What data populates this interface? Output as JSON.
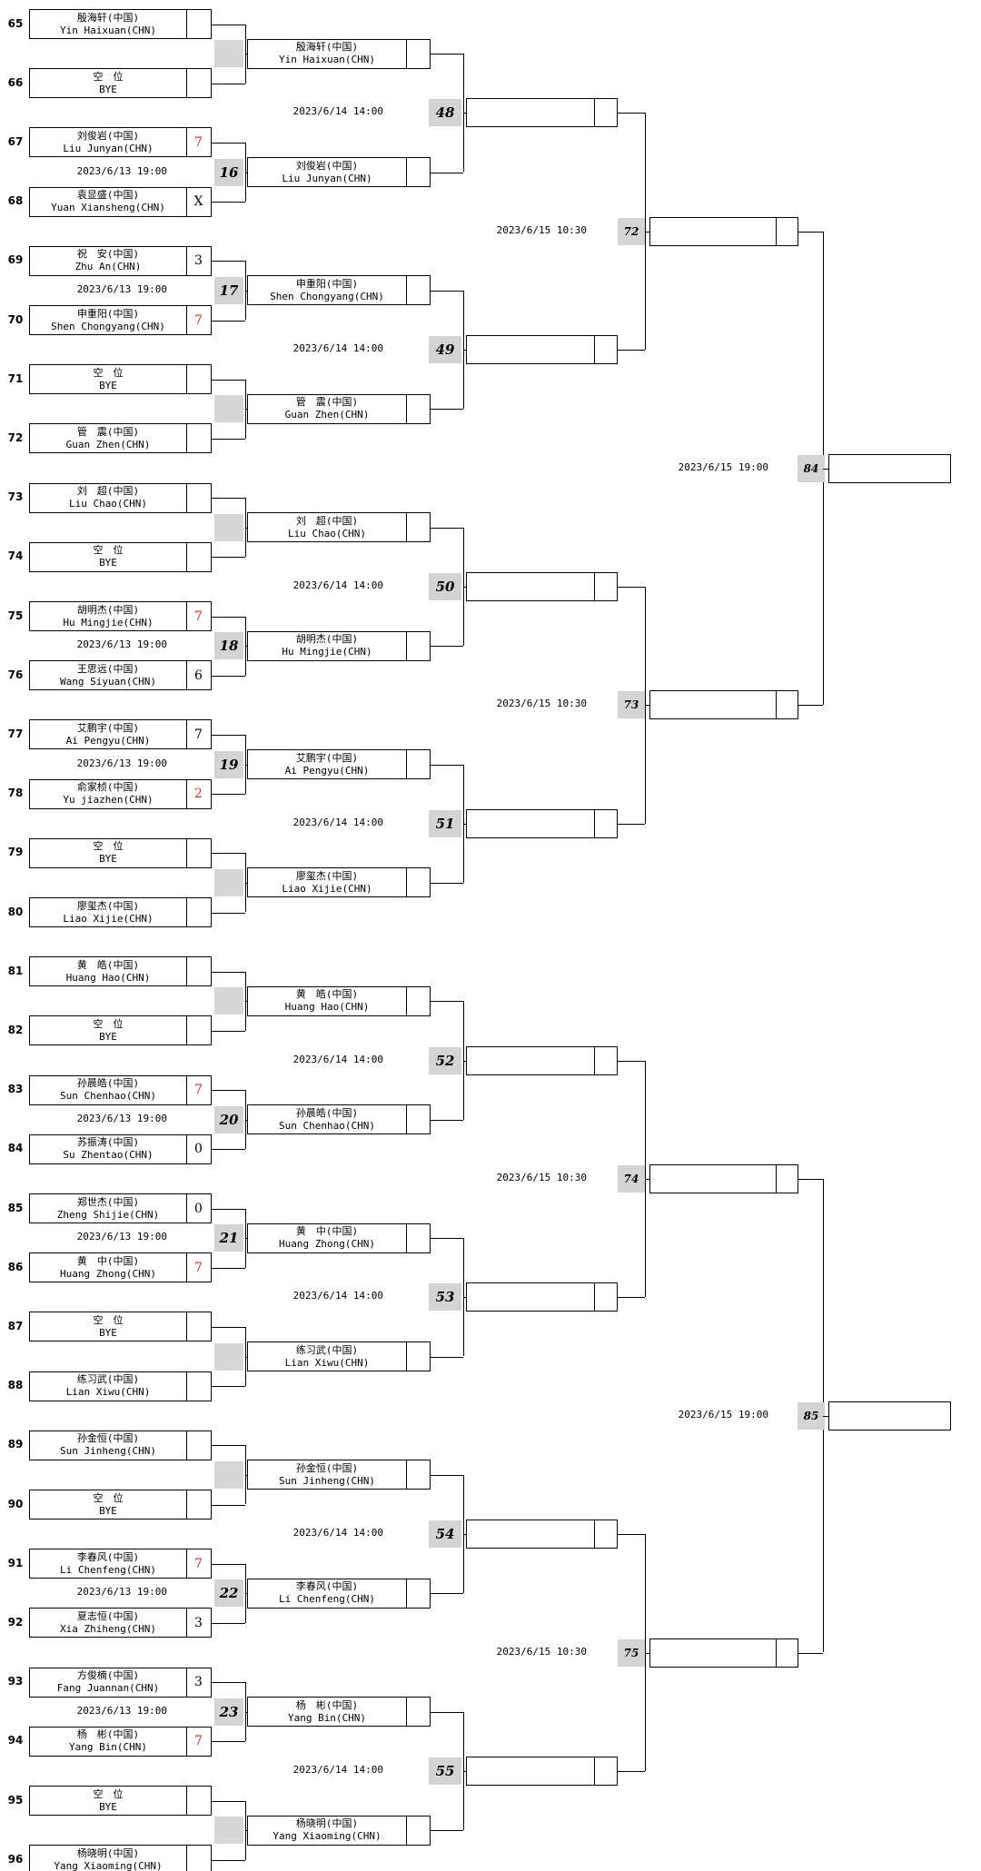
{
  "seeds": [
    "65",
    "66",
    "67",
    "68",
    "69",
    "70",
    "71",
    "72",
    "73",
    "74",
    "75",
    "76",
    "77",
    "78",
    "79",
    "80",
    "81",
    "82",
    "83",
    "84",
    "85",
    "86",
    "87",
    "88",
    "89",
    "90",
    "91",
    "92",
    "93",
    "94",
    "95",
    "96"
  ],
  "round1": [
    {
      "cn": "殷海轩(中国)",
      "en": "Yin Haixuan(CHN)",
      "score": "",
      "win": false
    },
    {
      "cn": "空　位",
      "en": "BYE",
      "score": "",
      "win": false
    },
    {
      "cn": "刘俊岩(中国)",
      "en": "Liu Junyan(CHN)",
      "score": "7",
      "win": true
    },
    {
      "cn": "袁显盛(中国)",
      "en": "Yuan Xiansheng(CHN)",
      "score": "X",
      "win": false
    },
    {
      "cn": "祝　安(中国)",
      "en": "Zhu An(CHN)",
      "score": "3",
      "win": false
    },
    {
      "cn": "申重阳(中国)",
      "en": "Shen Chongyang(CHN)",
      "score": "7",
      "win": true
    },
    {
      "cn": "空　位",
      "en": "BYE",
      "score": "",
      "win": false
    },
    {
      "cn": "管　震(中国)",
      "en": "Guan Zhen(CHN)",
      "score": "",
      "win": false
    },
    {
      "cn": "刘　超(中国)",
      "en": "Liu Chao(CHN)",
      "score": "",
      "win": false
    },
    {
      "cn": "空　位",
      "en": "BYE",
      "score": "",
      "win": false
    },
    {
      "cn": "胡明杰(中国)",
      "en": "Hu Mingjie(CHN)",
      "score": "7",
      "win": true
    },
    {
      "cn": "王思远(中国)",
      "en": "Wang Siyuan(CHN)",
      "score": "6",
      "win": false
    },
    {
      "cn": "艾鹏宇(中国)",
      "en": "Ai Pengyu(CHN)",
      "score": "7",
      "win": false
    },
    {
      "cn": "俞家桢(中国)",
      "en": "Yu jiazhen(CHN)",
      "score": "2",
      "win": true
    },
    {
      "cn": "空　位",
      "en": "BYE",
      "score": "",
      "win": false
    },
    {
      "cn": "廖玺杰(中国)",
      "en": "Liao Xijie(CHN)",
      "score": "",
      "win": false
    },
    {
      "cn": "黄　皓(中国)",
      "en": "Huang Hao(CHN)",
      "score": "",
      "win": false
    },
    {
      "cn": "空　位",
      "en": "BYE",
      "score": "",
      "win": false
    },
    {
      "cn": "孙晨皓(中国)",
      "en": "Sun Chenhao(CHN)",
      "score": "7",
      "win": true
    },
    {
      "cn": "苏振涛(中国)",
      "en": "Su Zhentao(CHN)",
      "score": "0",
      "win": false
    },
    {
      "cn": "郑世杰(中国)",
      "en": "Zheng Shijie(CHN)",
      "score": "0",
      "win": false
    },
    {
      "cn": "黄　中(中国)",
      "en": "Huang Zhong(CHN)",
      "score": "7",
      "win": true
    },
    {
      "cn": "空　位",
      "en": "BYE",
      "score": "",
      "win": false
    },
    {
      "cn": "练习武(中国)",
      "en": "Lian Xiwu(CHN)",
      "score": "",
      "win": false
    },
    {
      "cn": "孙金恒(中国)",
      "en": "Sun Jinheng(CHN)",
      "score": "",
      "win": false
    },
    {
      "cn": "空　位",
      "en": "BYE",
      "score": "",
      "win": false
    },
    {
      "cn": "李春风(中国)",
      "en": "Li Chenfeng(CHN)",
      "score": "7",
      "win": true
    },
    {
      "cn": "夏志恒(中国)",
      "en": "Xia Zhiheng(CHN)",
      "score": "3",
      "win": false
    },
    {
      "cn": "方俊楠(中国)",
      "en": "Fang Juannan(CHN)",
      "score": "3",
      "win": false
    },
    {
      "cn": "杨　彬(中国)",
      "en": "Yang Bin(CHN)",
      "score": "7",
      "win": true
    },
    {
      "cn": "空　位",
      "en": "BYE",
      "score": "",
      "win": false
    },
    {
      "cn": "杨晓明(中国)",
      "en": "Yang Xiaoming(CHN)",
      "score": "",
      "win": false
    }
  ],
  "round1_matches": [
    {
      "num": "",
      "time": ""
    },
    {
      "num": "16",
      "time": "2023/6/13 19:00"
    },
    {
      "num": "17",
      "time": "2023/6/13 19:00"
    },
    {
      "num": "",
      "time": ""
    },
    {
      "num": "",
      "time": ""
    },
    {
      "num": "18",
      "time": "2023/6/13 19:00"
    },
    {
      "num": "19",
      "time": "2023/6/13 19:00"
    },
    {
      "num": "",
      "time": ""
    },
    {
      "num": "",
      "time": ""
    },
    {
      "num": "20",
      "time": "2023/6/13 19:00"
    },
    {
      "num": "21",
      "time": "2023/6/13 19:00"
    },
    {
      "num": "",
      "time": ""
    },
    {
      "num": "",
      "time": ""
    },
    {
      "num": "22",
      "time": "2023/6/13 19:00"
    },
    {
      "num": "23",
      "time": "2023/6/13 19:00"
    },
    {
      "num": "",
      "time": ""
    }
  ],
  "round2": [
    {
      "cn": "殷海轩(中国)",
      "en": "Yin Haixuan(CHN)"
    },
    {
      "cn": "刘俊岩(中国)",
      "en": "Liu Junyan(CHN)"
    },
    {
      "cn": "申重阳(中国)",
      "en": "Shen Chongyang(CHN)"
    },
    {
      "cn": "管　震(中国)",
      "en": "Guan Zhen(CHN)"
    },
    {
      "cn": "刘　超(中国)",
      "en": "Liu Chao(CHN)"
    },
    {
      "cn": "胡明杰(中国)",
      "en": "Hu Mingjie(CHN)"
    },
    {
      "cn": "艾鹏宇(中国)",
      "en": "Ai Pengyu(CHN)"
    },
    {
      "cn": "廖玺杰(中国)",
      "en": "Liao Xijie(CHN)"
    },
    {
      "cn": "黄　皓(中国)",
      "en": "Huang Hao(CHN)"
    },
    {
      "cn": "孙晨皓(中国)",
      "en": "Sun Chenhao(CHN)"
    },
    {
      "cn": "黄　中(中国)",
      "en": "Huang Zhong(CHN)"
    },
    {
      "cn": "练习武(中国)",
      "en": "Lian Xiwu(CHN)"
    },
    {
      "cn": "孙金恒(中国)",
      "en": "Sun Jinheng(CHN)"
    },
    {
      "cn": "李春风(中国)",
      "en": "Li Chenfeng(CHN)"
    },
    {
      "cn": "杨　彬(中国)",
      "en": "Yang Bin(CHN)"
    },
    {
      "cn": "杨晓明(中国)",
      "en": "Yang Xiaoming(CHN)"
    }
  ],
  "round2_matches": [
    {
      "num": "48",
      "time": "2023/6/14 14:00"
    },
    {
      "num": "49",
      "time": "2023/6/14 14:00"
    },
    {
      "num": "50",
      "time": "2023/6/14 14:00"
    },
    {
      "num": "51",
      "time": "2023/6/14 14:00"
    },
    {
      "num": "52",
      "time": "2023/6/14 14:00"
    },
    {
      "num": "53",
      "time": "2023/6/14 14:00"
    },
    {
      "num": "54",
      "time": "2023/6/14 14:00"
    },
    {
      "num": "55",
      "time": "2023/6/14 14:00"
    }
  ],
  "round3_matches": [
    {
      "num": "72",
      "time": "2023/6/15 10:30"
    },
    {
      "num": "73",
      "time": "2023/6/15 10:30"
    },
    {
      "num": "74",
      "time": "2023/6/15 10:30"
    },
    {
      "num": "75",
      "time": "2023/6/15 10:30"
    }
  ],
  "round4_matches": [
    {
      "num": "84",
      "time": "2023/6/15 19:00"
    },
    {
      "num": "85",
      "time": "2023/6/15 19:00"
    }
  ]
}
